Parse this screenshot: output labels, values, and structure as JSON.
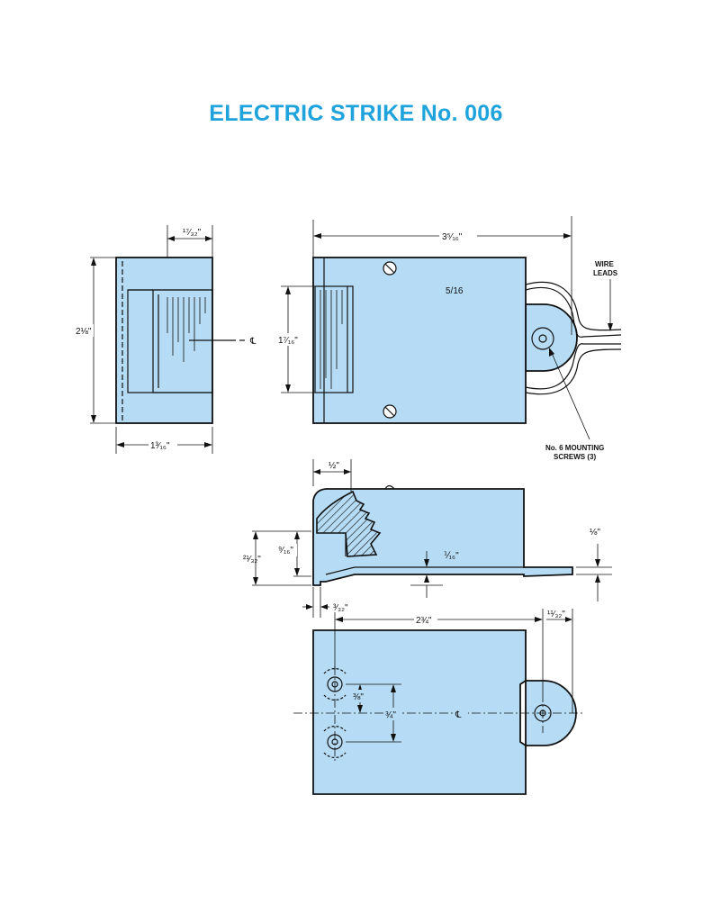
{
  "title": "ELECTRIC STRIKE No. 006",
  "colors": {
    "title": "#1ea3dc",
    "part_fill": "#b5dcf4",
    "line": "#111111"
  },
  "end_view": {
    "dims": {
      "height": "2⅛\"",
      "width": "1³⁄₁₆\"",
      "top_offset": "¹⁷⁄₃₂\""
    },
    "centerline": "℄"
  },
  "front_view": {
    "dims": {
      "length": "3⁵⁄₁₆\"",
      "opening": "1⁷⁄₁₆\""
    },
    "note_5_16": "5/16",
    "wire_leads_line1": "WIRE",
    "wire_leads_line2": "LEADS",
    "mounting_line1": "No. 6 MOUNTING",
    "mounting_line2": "SCREWS (3)"
  },
  "side_view": {
    "dims": {
      "lip": "½\"",
      "d_21_32": "²¹⁄₃₂\"",
      "d_9_16": "⁹⁄₁₆\"",
      "plate": "⅟₁₆\"",
      "tab": "⅛\"",
      "offset": "³⁄₃₂\""
    }
  },
  "bottom_view": {
    "dims": {
      "spacing": "2¾\"",
      "tab": "¹¹⁄₃₂\"",
      "hole_offset": "⅜\"",
      "hole_pitch": "¾\""
    },
    "centerline": "℄"
  }
}
